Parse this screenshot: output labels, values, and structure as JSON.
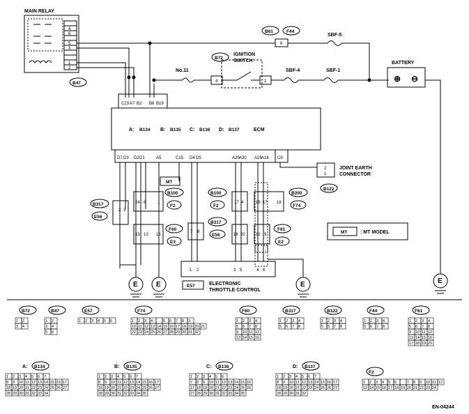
{
  "main_relay": {
    "title": "MAIN RELAY",
    "pins": [
      "4",
      "6",
      "5",
      "3",
      "1",
      "2"
    ],
    "tag": "B47"
  },
  "ecm": {
    "label": "ECM",
    "prefixes": [
      {
        "p": "A:",
        "c": "B134"
      },
      {
        "p": "B:",
        "c": "B135"
      },
      {
        "p": "C:",
        "c": "B136"
      },
      {
        "p": "D:",
        "c": "B137"
      }
    ],
    "top_pins": [
      "C23",
      "A7",
      "B2",
      "B6",
      "B19"
    ],
    "bottom_pins": [
      "D7",
      "D3",
      "D2",
      "D1",
      "A5",
      "C15",
      "D4",
      "D5",
      "A29",
      "A30",
      "A28",
      "A18",
      "C6"
    ]
  },
  "ignition": {
    "title": "IGNITION",
    "title2": "SWITCH",
    "tag": "B72",
    "fuse": "No.11",
    "pin_left": "4",
    "pin_right": "1"
  },
  "fuses": {
    "sbf5": "SBF-5",
    "sbf4": "SBF-4",
    "sbf1": "SBF-1"
  },
  "b61": {
    "a": "B61",
    "b": "F44",
    "pin": "6"
  },
  "battery": {
    "title": "BATTERY"
  },
  "joint_earth": {
    "title": "JOINT EARTH",
    "title2": "CONNECTOR",
    "tag": "B122",
    "pins": [
      "2",
      "1"
    ]
  },
  "mt": {
    "tag": "MT",
    "desc": ": MT MODEL"
  },
  "connectors": {
    "b317": {
      "tag": "B317",
      "sub": "E56",
      "pins": [
        "2",
        "3"
      ]
    },
    "b100a": {
      "tag": "B100",
      "sub": "F2",
      "pins": [
        "24",
        "6",
        "1"
      ]
    },
    "f60": {
      "tag": "F60",
      "sub": "E3",
      "pins": [
        "15",
        "13",
        "16"
      ]
    },
    "b100b": {
      "tag": "B100",
      "sub": "F2",
      "pins": [
        "17",
        "4"
      ]
    },
    "b317b": {
      "tag": "B317",
      "sub": "E56",
      "pins": [
        "7",
        "8"
      ]
    },
    "b200": {
      "tag": "B200",
      "sub": "F74",
      "pins": [
        "19",
        "17",
        "18"
      ]
    },
    "f61": {
      "tag": "F61",
      "sub": "E2",
      "pins": [
        "18",
        "20",
        "12",
        "9"
      ]
    }
  },
  "throttle": {
    "tag": "E57",
    "title": "ELECTRONIC",
    "title2": "THROTTLE CONTROL",
    "pins": [
      "1",
      "2",
      "3",
      "5",
      "4",
      "6"
    ]
  },
  "earth": "E",
  "legend": {
    "b72": {
      "tag": "B72",
      "rows": [
        [
          "1",
          "2"
        ],
        [
          "3",
          "4"
        ]
      ]
    },
    "b47": {
      "tag": "B47",
      "rows": [
        [
          "1",
          "2"
        ],
        [
          "3",
          "4"
        ],
        [
          "5",
          "6"
        ]
      ]
    },
    "e57": {
      "tag": "E57",
      "rows": [
        [
          "1",
          "2",
          "3",
          "4",
          "5",
          "6"
        ]
      ]
    },
    "f74": {
      "tag": "F74",
      "rows": [
        [
          "1",
          "2",
          "3",
          "4",
          "",
          "5",
          "6",
          "7",
          "8",
          "9"
        ],
        [
          "10",
          "11",
          "12",
          "13",
          "14",
          "15",
          "16",
          "17",
          "18",
          "19",
          "20",
          "21"
        ],
        [
          "22",
          "23",
          "24",
          "25",
          "26",
          "27",
          "28",
          "29",
          "30",
          "31",
          "32"
        ]
      ]
    },
    "f60": {
      "tag": "F60",
      "rows": [
        [
          "1",
          "2",
          "3",
          "4"
        ],
        [
          "5",
          "6",
          "7",
          "8"
        ],
        [
          "9",
          "10",
          "11",
          "12"
        ],
        [
          "13",
          "14",
          "15",
          "16"
        ]
      ]
    },
    "b317": {
      "tag": "B317",
      "rows": [
        [
          "1",
          "2",
          "3",
          "4"
        ],
        [
          "5",
          "6",
          "7",
          "8"
        ]
      ]
    },
    "b122": {
      "tag": "B122",
      "rows": [
        [
          "1",
          "2",
          "3",
          "4"
        ],
        [
          "5",
          "6",
          "7",
          "8"
        ]
      ]
    },
    "f44": {
      "tag": "F44",
      "rows": [
        [
          "1",
          "2",
          "3",
          "4"
        ],
        [
          "5",
          "6",
          "7",
          "8"
        ]
      ]
    },
    "f61": {
      "tag": "F61",
      "rows": [
        [
          "1",
          "2",
          "3",
          "4"
        ],
        [
          "5",
          "6",
          "7",
          "8"
        ],
        [
          "9",
          "10",
          "11",
          "12"
        ],
        [
          "13",
          "14",
          "15",
          "16"
        ],
        [
          "17",
          "18",
          "19",
          "20"
        ]
      ]
    },
    "b134": {
      "p": "A:",
      "tag": "B134",
      "rows": [
        [
          "1",
          "2",
          "3",
          "4",
          "5",
          "6",
          "7"
        ],
        [
          "8",
          "9",
          "10",
          "11",
          "12",
          "13",
          "14",
          "15",
          "16",
          "17"
        ],
        [
          "18",
          "19",
          "20",
          "21",
          "22",
          "23",
          "24",
          "25",
          "26",
          "27"
        ],
        [
          "28",
          "29",
          "30",
          "31",
          "32",
          "33",
          "34"
        ]
      ]
    },
    "b135": {
      "p": "B:",
      "tag": "B135",
      "rows": [
        [
          "1",
          "2",
          "3",
          "4",
          "5",
          "6",
          "7"
        ],
        [
          "8",
          "9",
          "10",
          "11",
          "12",
          "13",
          "14",
          "15",
          "16",
          "17"
        ],
        [
          "18",
          "19",
          "20",
          "21",
          "22",
          "23",
          "24",
          "25",
          "26",
          "27"
        ],
        [
          "28",
          "29",
          "30",
          "31",
          "32",
          "33",
          "34",
          "35"
        ]
      ]
    },
    "b136": {
      "p": "C:",
      "tag": "B136",
      "rows": [
        [
          "1",
          "2",
          "3",
          "4",
          "5",
          "6"
        ],
        [
          "7",
          "8",
          "9",
          "10",
          "11",
          "12",
          "13",
          "14",
          "15",
          "16"
        ],
        [
          "17",
          "18",
          "19",
          "20",
          "21",
          "22",
          "23",
          "24",
          "25",
          "26"
        ],
        [
          "27",
          "28",
          "29",
          "30",
          "31",
          "32",
          "33",
          "34",
          "35"
        ]
      ]
    },
    "b137": {
      "p": "D:",
      "tag": "B137",
      "rows": [
        [
          "1",
          "2",
          "3",
          "4",
          "5",
          "6",
          "7"
        ],
        [
          "8",
          "9",
          "10",
          "11",
          "12",
          "13",
          "14",
          "15",
          "16",
          "17"
        ],
        [
          "18",
          "19",
          "20",
          "21",
          "22",
          "23",
          "24",
          "25",
          "26",
          "27"
        ],
        [
          "28",
          "29",
          "30",
          "31",
          "32"
        ]
      ]
    },
    "f2": {
      "tag": "F2",
      "rows": [
        [
          "1",
          "2",
          "3",
          "4",
          "5",
          "6",
          "",
          "7",
          "8",
          "9",
          "10",
          "11",
          "12"
        ],
        [
          "13",
          "14",
          "15",
          "16",
          "17",
          "18",
          "19",
          "20",
          "21",
          "22",
          "23",
          "24"
        ]
      ]
    }
  },
  "code": "EN-04244"
}
